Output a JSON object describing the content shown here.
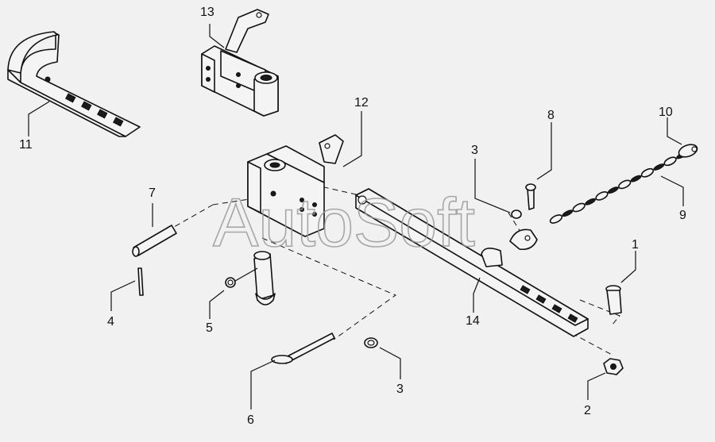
{
  "watermark": "AutoSoft",
  "callouts": {
    "c1": "1",
    "c2": "2",
    "c3a": "3",
    "c3b": "3",
    "c4": "4",
    "c5": "5",
    "c6": "6",
    "c7": "7",
    "c8": "8",
    "c9": "9",
    "c10": "10",
    "c11": "11",
    "c12": "12",
    "c13": "13",
    "c14": "14"
  }
}
